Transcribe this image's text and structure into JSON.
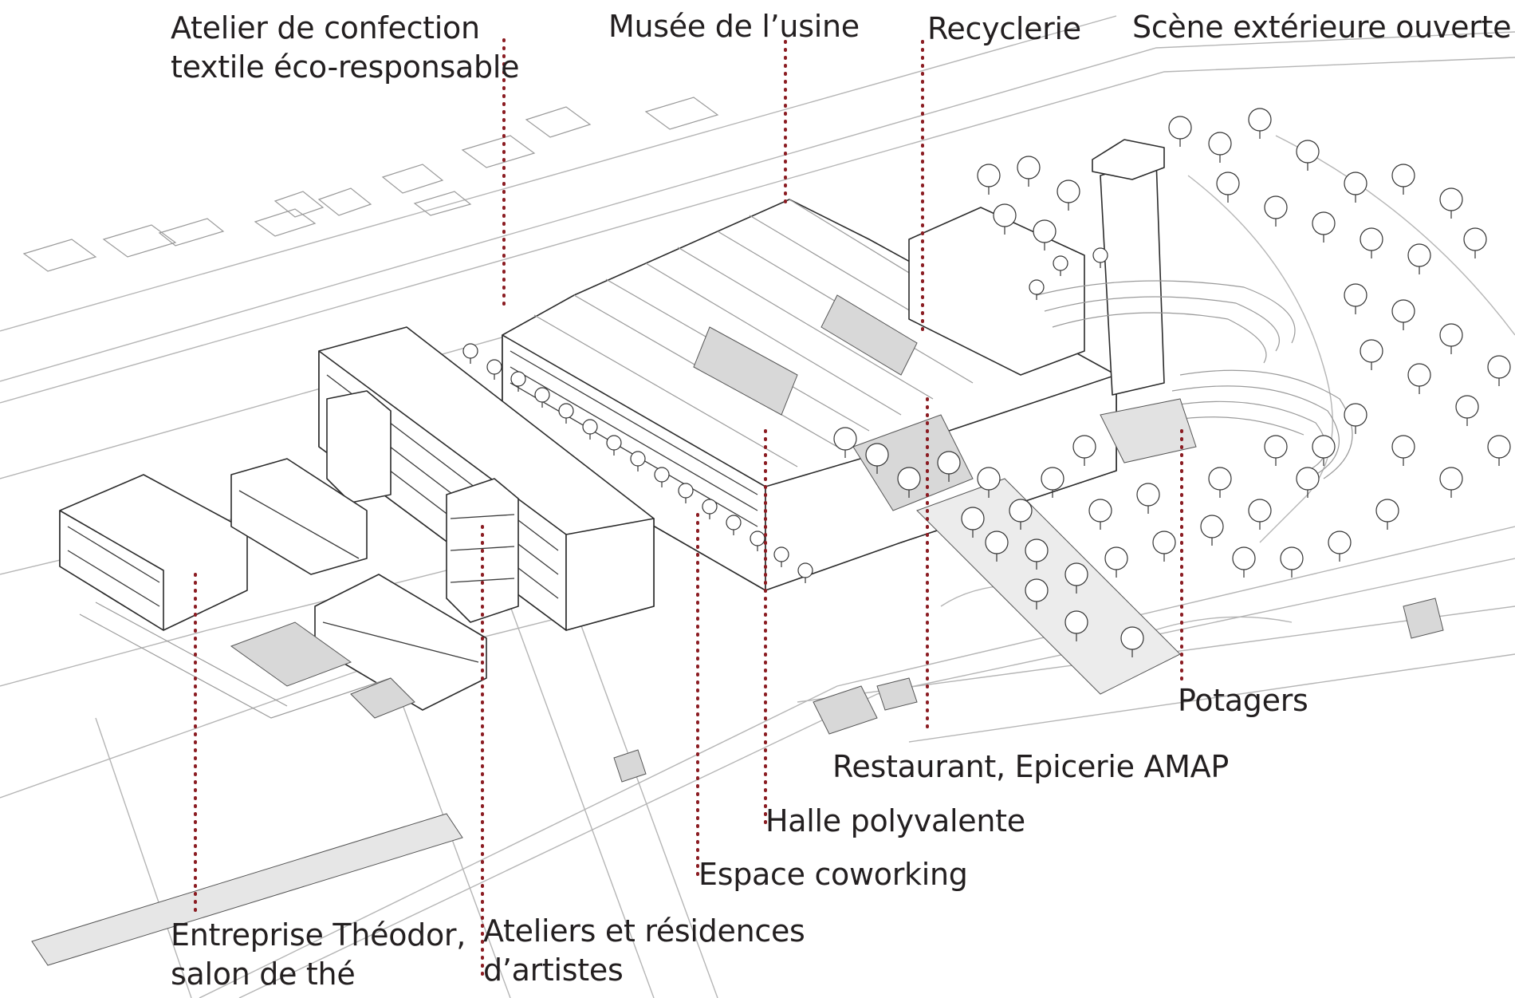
{
  "labels": {
    "atelier_confection": [
      "Atelier de confection",
      "textile éco-responsable"
    ],
    "musee": [
      "Musée de l’usine"
    ],
    "recyclerie": [
      "Recyclerie"
    ],
    "scene": [
      "Scène extérieure ouverte"
    ],
    "potagers": [
      "Potagers"
    ],
    "restaurant": [
      "Restaurant, Epicerie AMAP"
    ],
    "halle": [
      "Halle polyvalente"
    ],
    "coworking": [
      "Espace coworking"
    ],
    "ateliers_artistes": [
      "Ateliers et résidences",
      "d’artistes"
    ],
    "entreprise": [
      "Entreprise Théodor,",
      "salon de thé"
    ]
  },
  "colors": {
    "leader": "#8b1c22",
    "text": "#231f20",
    "line": "#2b2b2b"
  }
}
